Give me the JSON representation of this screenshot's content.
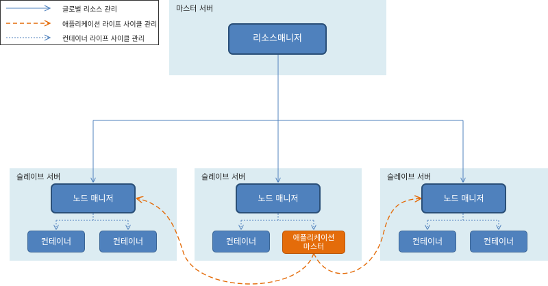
{
  "legend": {
    "items": [
      {
        "label": "글로벌 리소스 관리",
        "style": "solid"
      },
      {
        "label": "애플리케이션 라이프 사이클 관리",
        "style": "dashed"
      },
      {
        "label": "컨테이너 라이프 사이클 관리",
        "style": "dotted"
      }
    ]
  },
  "master_server": {
    "label": "마스터 서버",
    "resource_manager": "리소스매니저"
  },
  "slave_servers": [
    {
      "label": "슬레이브 서버",
      "node_manager": "노드 매니저",
      "containers": [
        "컨테이너",
        "컨테이너"
      ]
    },
    {
      "label": "슬레이브 서버",
      "node_manager": "노드 매니저",
      "containers": [
        "컨테이너"
      ],
      "app_master": "애플리케이션\n마스터"
    },
    {
      "label": "슬레이브 서버",
      "node_manager": "노드 매니저",
      "containers": [
        "컨테이너",
        "컨테이너"
      ]
    }
  ],
  "colors": {
    "panel": "#dcecf2",
    "box": "#4f81bd",
    "app_master": "#e46c0a",
    "line": "#4f81bd",
    "orange_line": "#e46c0a"
  }
}
